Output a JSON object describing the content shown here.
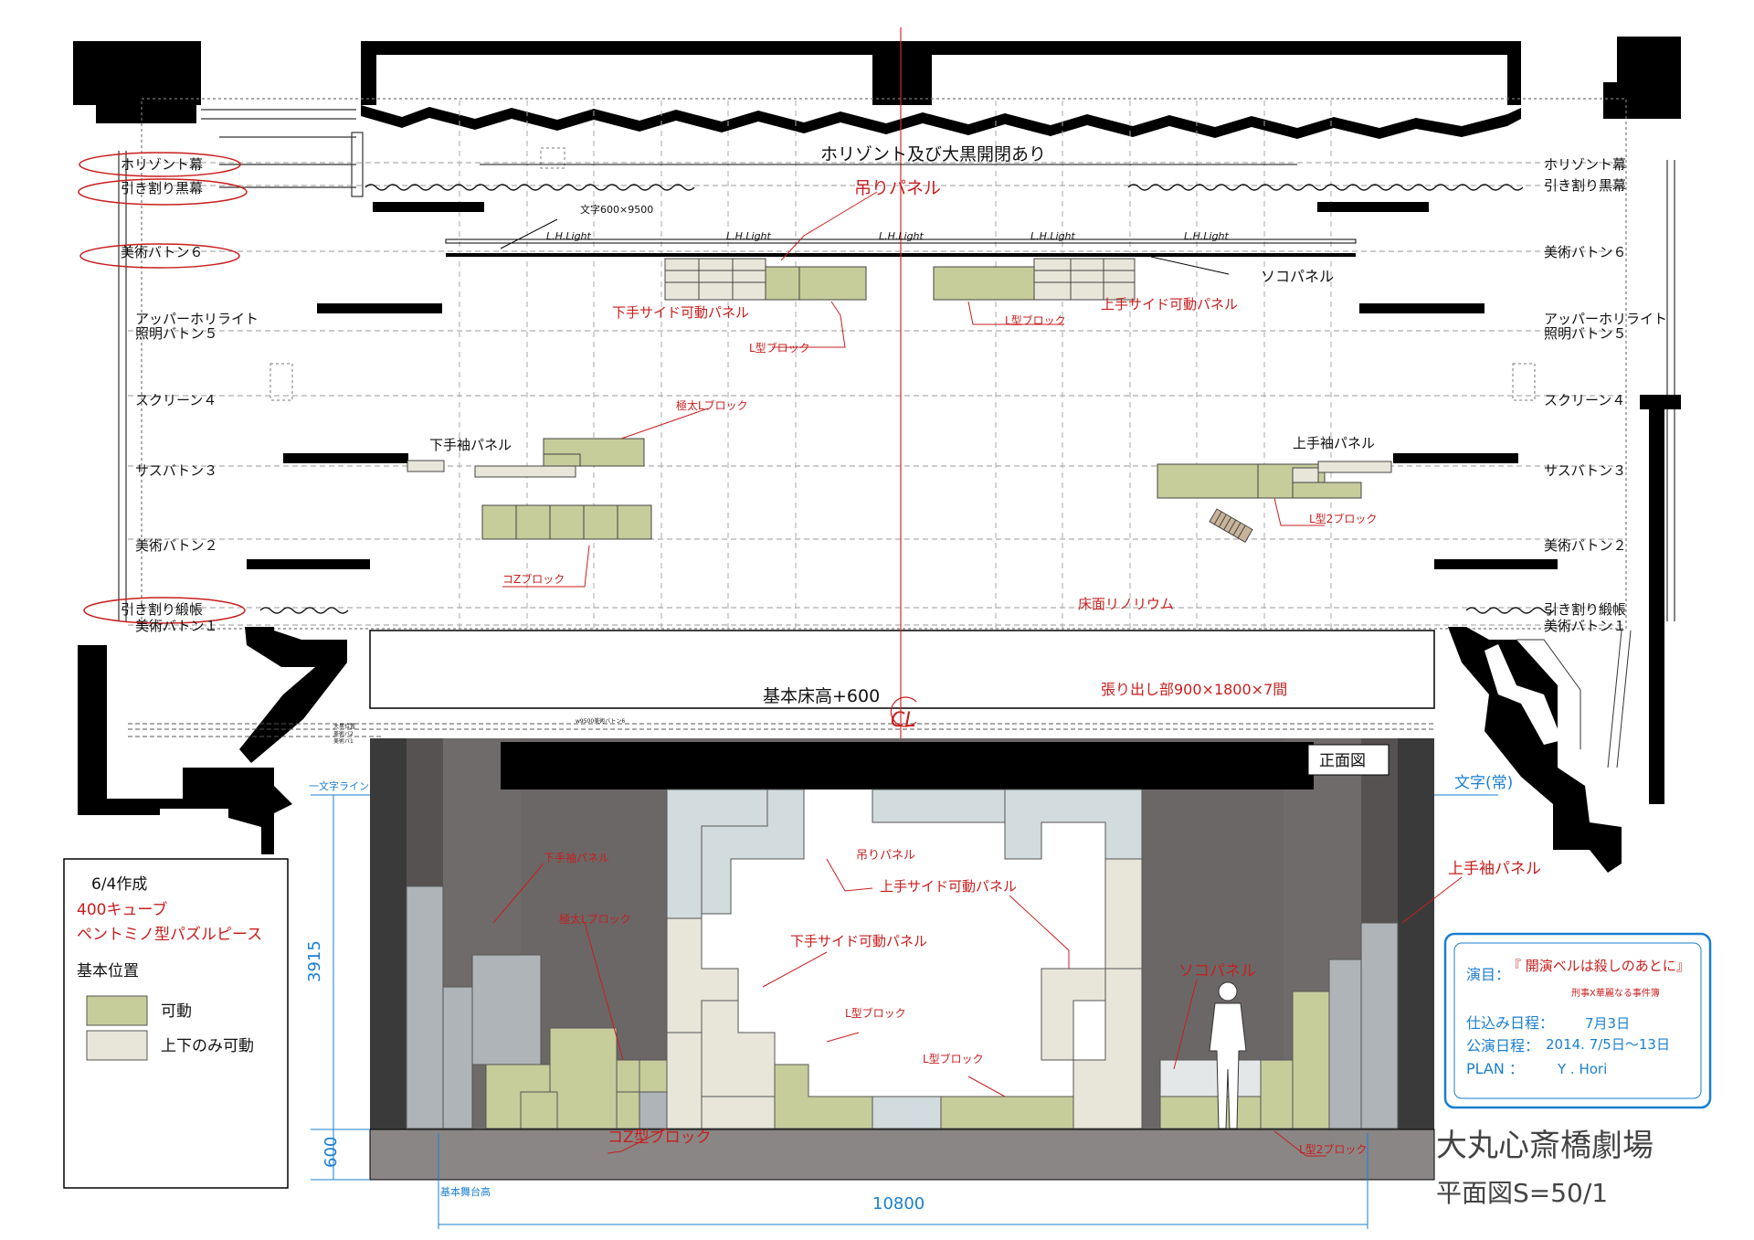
{
  "colors": {
    "movable": "#c6cd9b",
    "vertical_only": "#e8e6d9",
    "red": "#c81e1e",
    "blue": "#1a7fd0",
    "dark": "#3a3a3a",
    "mid": "#5e5a5a",
    "light_grey": "#aeb4b7",
    "pale_blue": "#d2dbdd"
  },
  "batten_labels_left": [
    "ホリゾント幕",
    "引き割り黒幕",
    "美術バトン６",
    "アッパーホリライト",
    "照明バトン５",
    "スクリーン４",
    "サスバトン３",
    "美術バトン２",
    "引き割り緞帳",
    "美術バトン１"
  ],
  "batten_labels_right": [
    "ホリゾント幕",
    "引き割り黒幕",
    "美術バトン６",
    "アッパーホリライト",
    "照明バトン５",
    "スクリーン４",
    "サスバトン３",
    "美術バトン２",
    "引き割り緞帳",
    "美術バトン１"
  ],
  "plan": {
    "horizont_note": "ホリゾント及び大黒開閉あり",
    "hanging_panel": "吊りパネル",
    "text_size": "文字600×9500",
    "lh_light": [
      "L.H.Light",
      "L.H.Light",
      "L.H.Light",
      "L.H.Light",
      "L.H.Light"
    ],
    "soko_panel": "ソコパネル",
    "shimote_side": "下手サイド可動パネル",
    "kamite_side": "上手サイド可動パネル",
    "l_block_left": "L型ブロック",
    "l_block_right": "L型ブロック",
    "gokubuto_l": "極太Lブロック",
    "shimote_sode": "下手袖パネル",
    "kamite_sode": "上手袖パネル",
    "l2_block": "L型2ブロック",
    "cz_block": "コZブロック",
    "floor_lino": "床面リノリウム",
    "base_floor": "基本床高+600",
    "extension": "張り出し部900×1800×7間",
    "cl": "CL",
    "mini_label": "w9500美術バトン6",
    "mini_lines": [
      "大黒位置",
      "美術バ2",
      "美術バ1"
    ]
  },
  "elevation": {
    "title": "正面図",
    "text_normal": "文字(常)",
    "hitomoji_line": "一文字ライン",
    "dim_3915": "3915",
    "dim_600": "600",
    "dim_10800": "10800",
    "base_stage": "基本舞台高",
    "shimote_sode": "下手袖パネル",
    "gokubuto_l": "極太Lブロック",
    "hanging_panel": "吊りパネル",
    "kamite_side": "上手サイド可動パネル",
    "shimote_side": "下手サイド可動パネル",
    "l_block_1": "L型ブロック",
    "l_block_2": "L型ブロック",
    "kamite_sode": "上手袖パネル",
    "soko_panel": "ソコパネル",
    "cz_type": "コZ型ブロック",
    "l2_block": "L型2ブロック"
  },
  "legend": {
    "date": "6/4作成",
    "line1": "400キューブ",
    "line2": "ペントミノ型パズルピース",
    "heading": "基本位置",
    "movable": "可動",
    "vertical_only": "上下のみ可動"
  },
  "info": {
    "title_label": "演目：",
    "title": "『 開演ベルは殺しのあとに』",
    "subtitle": "刑事X華麗なる事件簿",
    "setup_label": "仕込み日程：",
    "setup": "7月3日",
    "perf_label": "公演日程：",
    "perf": "2014. 7/5日〜13日",
    "plan_label": "PLAN ：",
    "plan_by": "Y . Hori"
  },
  "venue": {
    "name": "大丸心斎橋劇場",
    "scale": "平面図S=50/1"
  }
}
